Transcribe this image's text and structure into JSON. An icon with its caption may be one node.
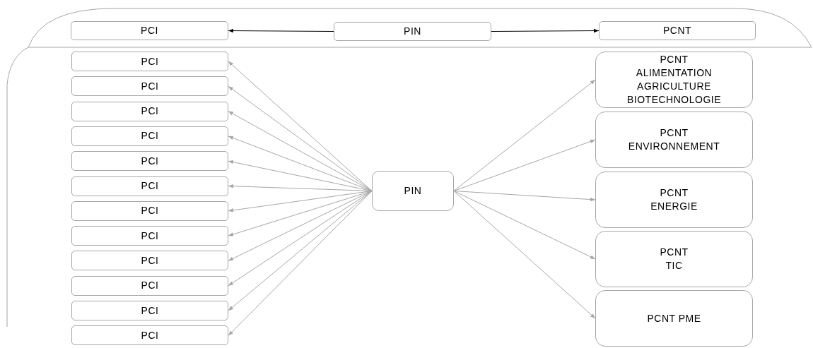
{
  "diagram": {
    "nodes": [
      {
        "text": [
          "PCI"
        ]
      },
      {
        "text": [
          "PIN"
        ]
      },
      {
        "text": [
          "PCNT"
        ]
      },
      {
        "text": [
          "PCI"
        ]
      },
      {
        "text": [
          "PCI"
        ]
      },
      {
        "text": [
          "PCI"
        ]
      },
      {
        "text": [
          "PCI"
        ]
      },
      {
        "text": [
          "PCI"
        ]
      },
      {
        "text": [
          "PCI"
        ]
      },
      {
        "text": [
          "PCI"
        ]
      },
      {
        "text": [
          "PCI"
        ]
      },
      {
        "text": [
          "PCI"
        ]
      },
      {
        "text": [
          "PCI"
        ]
      },
      {
        "text": [
          "PCI"
        ]
      },
      {
        "text": [
          "PCI"
        ]
      },
      {
        "text": [
          "PIN"
        ]
      },
      {
        "text": [
          "PCNT",
          "ALIMENTATION AGRICULTURE BIOTECHNOLOGIE"
        ]
      },
      {
        "text": [
          "PCNT",
          "ENVIRONNEMENT"
        ]
      },
      {
        "text": [
          "PCNT",
          "ENERGIE"
        ]
      },
      {
        "text": [
          "PCNT",
          "TIC"
        ]
      },
      {
        "text": [
          "PCNT PME"
        ]
      }
    ],
    "edges": [
      {
        "from": 1,
        "to": 0,
        "arrow": "to",
        "color": "#000000"
      },
      {
        "from": 1,
        "to": 2,
        "arrow": "to",
        "color": "#000000"
      },
      {
        "from": 15,
        "to": 3,
        "arrow": "to",
        "color": "#a6a6a6"
      },
      {
        "from": 15,
        "to": 4,
        "arrow": "to",
        "color": "#a6a6a6"
      },
      {
        "from": 15,
        "to": 5,
        "arrow": "to",
        "color": "#a6a6a6"
      },
      {
        "from": 15,
        "to": 6,
        "arrow": "to",
        "color": "#a6a6a6"
      },
      {
        "from": 15,
        "to": 7,
        "arrow": "to",
        "color": "#a6a6a6"
      },
      {
        "from": 15,
        "to": 8,
        "arrow": "to",
        "color": "#a6a6a6"
      },
      {
        "from": 15,
        "to": 9,
        "arrow": "to",
        "color": "#a6a6a6"
      },
      {
        "from": 15,
        "to": 10,
        "arrow": "to",
        "color": "#a6a6a6"
      },
      {
        "from": 15,
        "to": 11,
        "arrow": "to",
        "color": "#a6a6a6"
      },
      {
        "from": 15,
        "to": 12,
        "arrow": "to",
        "color": "#a6a6a6"
      },
      {
        "from": 15,
        "to": 13,
        "arrow": "to",
        "color": "#a6a6a6"
      },
      {
        "from": 15,
        "to": 14,
        "arrow": "to",
        "color": "#a6a6a6"
      },
      {
        "from": 15,
        "to": 16,
        "arrow": "to",
        "color": "#a6a6a6"
      },
      {
        "from": 15,
        "to": 17,
        "arrow": "to",
        "color": "#a6a6a6"
      },
      {
        "from": 15,
        "to": 18,
        "arrow": "to",
        "color": "#a6a6a6"
      },
      {
        "from": 15,
        "to": 19,
        "arrow": "to",
        "color": "#a6a6a6"
      },
      {
        "from": 15,
        "to": 20,
        "arrow": "to",
        "color": "#a6a6a6"
      }
    ]
  }
}
